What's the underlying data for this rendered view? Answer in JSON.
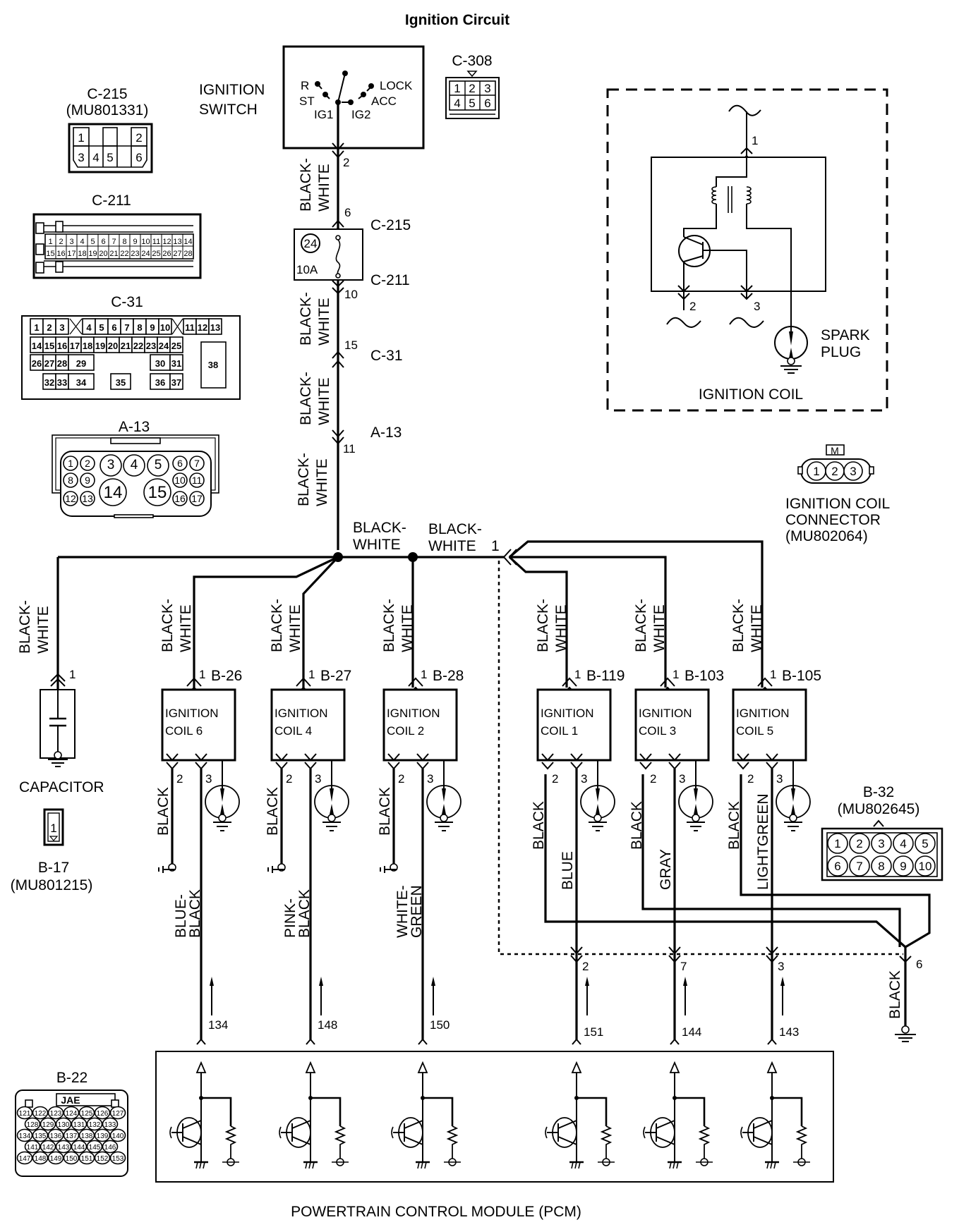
{
  "title": "Ignition Circuit",
  "ignition_switch": {
    "label_line1": "IGNITION",
    "label_line2": "SWITCH",
    "positions": [
      "R",
      "ST",
      "IG1",
      "IG2",
      "ACC",
      "LOCK"
    ],
    "output_pin": "2"
  },
  "supply_chain": {
    "wire_color_line1": "BLACK-",
    "wire_color_line2": "WHITE",
    "fuse_number": "24",
    "fuse_rating": "10A",
    "c215_label": "C-215",
    "c215_pin": "6",
    "c211_label": "C-211",
    "c211_pin": "10",
    "c31_label": "C-31",
    "c31_pin": "15",
    "a13_label": "A-13",
    "a13_pin": "11",
    "junction_label_1": "BLACK-",
    "junction_label_2": "WHITE",
    "junction2_label_1": "BLACK-",
    "junction2_label_2": "WHITE",
    "b32_feed_pin": "1"
  },
  "connectors": {
    "c215": {
      "name": "C-215",
      "part": "(MU801331)",
      "row1": [
        "1",
        "",
        "2"
      ],
      "row2": [
        "3",
        "4",
        "5",
        "6"
      ]
    },
    "c308": {
      "name": "C-308",
      "row1": [
        "1",
        "2",
        "3"
      ],
      "row2": [
        "4",
        "5",
        "6"
      ]
    },
    "c211": {
      "name": "C-211",
      "row1": [
        "1",
        "2",
        "3",
        "4",
        "5",
        "6",
        "7",
        "8",
        "9",
        "10",
        "11",
        "12",
        "13",
        "14"
      ],
      "row2": [
        "15",
        "16",
        "17",
        "18",
        "19",
        "20",
        "21",
        "22",
        "23",
        "24",
        "25",
        "26",
        "27",
        "28"
      ]
    },
    "c31": {
      "name": "C-31",
      "row1": [
        "1",
        "2",
        "3",
        "4",
        "5",
        "6",
        "7",
        "8",
        "9",
        "10",
        "11",
        "12",
        "13"
      ],
      "row2": [
        "14",
        "15",
        "16",
        "17",
        "18",
        "19",
        "20",
        "21",
        "22",
        "23",
        "24",
        "25"
      ],
      "row3": [
        "26",
        "27",
        "28",
        "29",
        "30",
        "31"
      ],
      "row4": [
        "32",
        "33",
        "34",
        "35",
        "36",
        "37"
      ],
      "big": "38"
    },
    "a13": {
      "name": "A-13",
      "row1": [
        "1",
        "2",
        "3",
        "4",
        "5",
        "6",
        "7"
      ],
      "row2": [
        "8",
        "9",
        "10",
        "11"
      ],
      "row3": [
        "12",
        "13",
        "16",
        "17"
      ],
      "big": [
        "14",
        "15"
      ]
    },
    "ignition_coil_connector": {
      "name_line1": "IGNITION COIL",
      "name_line2": "CONNECTOR",
      "part": "(MU802064)",
      "key": "M",
      "pins": [
        "1",
        "2",
        "3"
      ]
    },
    "b17": {
      "name": "B-17",
      "part": "(MU801215)",
      "pins": [
        "1"
      ]
    },
    "b32": {
      "name": "B-32",
      "part": "(MU802645)",
      "row1": [
        "1",
        "2",
        "3",
        "4",
        "5"
      ],
      "row2": [
        "6",
        "7",
        "8",
        "9",
        "10"
      ]
    },
    "b22": {
      "name": "B-22",
      "brand": "JAE",
      "rows": [
        [
          "121",
          "122",
          "123",
          "124",
          "125",
          "126",
          "127"
        ],
        [
          "128",
          "129",
          "130",
          "131",
          "132",
          "133"
        ],
        [
          "134",
          "135",
          "136",
          "137",
          "138",
          "139",
          "140"
        ],
        [
          "141",
          "142",
          "143",
          "144",
          "145",
          "146"
        ],
        [
          "147",
          "148",
          "149",
          "150",
          "151",
          "152",
          "153"
        ]
      ]
    }
  },
  "ignition_coil_detail": {
    "label": "IGNITION COIL",
    "spark_plug_line1": "SPARK",
    "spark_plug_line2": "PLUG",
    "pins": [
      "1",
      "2",
      "3"
    ]
  },
  "capacitor": {
    "label": "CAPACITOR",
    "pin": "1",
    "wire_line1": "BLACK-",
    "wire_line2": "WHITE"
  },
  "coils": [
    {
      "connector": "B-26",
      "name_line1": "IGNITION",
      "name_line2": "COIL 6",
      "feed_line1": "BLACK-",
      "feed_line2": "WHITE",
      "pin1": "1",
      "pin2": "2",
      "pin3": "3",
      "ground_wire": "BLACK",
      "signal_line1": "BLUE-",
      "signal_line2": "BLACK",
      "pcm_pin": "134"
    },
    {
      "connector": "B-27",
      "name_line1": "IGNITION",
      "name_line2": "COIL 4",
      "feed_line1": "BLACK-",
      "feed_line2": "WHITE",
      "pin1": "1",
      "pin2": "2",
      "pin3": "3",
      "ground_wire": "BLACK",
      "signal_line1": "PINK-",
      "signal_line2": "BLACK",
      "pcm_pin": "148"
    },
    {
      "connector": "B-28",
      "name_line1": "IGNITION",
      "name_line2": "COIL 2",
      "feed_line1": "BLACK-",
      "feed_line2": "WHITE",
      "pin1": "1",
      "pin2": "2",
      "pin3": "3",
      "ground_wire": "BLACK",
      "signal_line1": "WHITE-",
      "signal_line2": "GREEN",
      "pcm_pin": "150"
    },
    {
      "connector": "B-119",
      "name_line1": "IGNITION",
      "name_line2": "COIL 1",
      "feed_line1": "BLACK-",
      "feed_line2": "WHITE",
      "pin1": "1",
      "pin2": "2",
      "pin3": "3",
      "ground_wire": "BLACK",
      "signal_line1": "BLUE",
      "signal_line2": "",
      "b32_pin": "2",
      "pcm_pin": "151"
    },
    {
      "connector": "B-103",
      "name_line1": "IGNITION",
      "name_line2": "COIL 3",
      "feed_line1": "BLACK-",
      "feed_line2": "WHITE",
      "pin1": "1",
      "pin2": "2",
      "pin3": "3",
      "ground_wire": "BLACK",
      "signal_line1": "GRAY",
      "signal_line2": "",
      "b32_pin": "7",
      "pcm_pin": "144"
    },
    {
      "connector": "B-105",
      "name_line1": "IGNITION",
      "name_line2": "COIL 5",
      "feed_line1": "BLACK-",
      "feed_line2": "WHITE",
      "pin1": "1",
      "pin2": "2",
      "pin3": "3",
      "ground_wire": "BLACK",
      "signal_line1": "LIGHTGREEN",
      "signal_line2": "",
      "b32_pin": "3",
      "pcm_pin": "143"
    }
  ],
  "b32_ground": {
    "pin": "6",
    "wire": "BLACK"
  },
  "pcm": {
    "label": "POWERTRAIN CONTROL MODULE (PCM)"
  }
}
